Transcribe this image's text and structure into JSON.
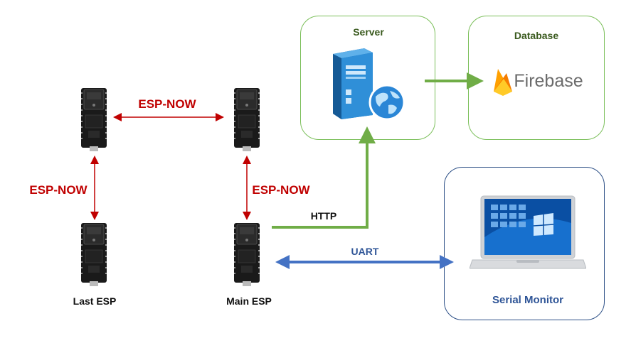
{
  "labels": {
    "server": "Server",
    "database": "Database",
    "firebase": "Firebase",
    "serial_monitor": "Serial Monitor",
    "last_esp": "Last ESP",
    "main_esp": "Main ESP",
    "espnow_top": "ESP-NOW",
    "espnow_left": "ESP-NOW",
    "espnow_right": "ESP-NOW",
    "http": "HTTP",
    "uart": "UART"
  },
  "colors": {
    "espnow": "#c00000",
    "http": "#70ad47",
    "uart": "#4472c4",
    "server_title": "#3a5a1e",
    "serial_title": "#2f5597",
    "box_green": "#7bbf5a",
    "box_blue": "#2c4f86"
  },
  "icons": [
    "server-icon",
    "globe-icon",
    "firebase-flame-icon",
    "laptop-icon",
    "esp32-board-icon"
  ]
}
